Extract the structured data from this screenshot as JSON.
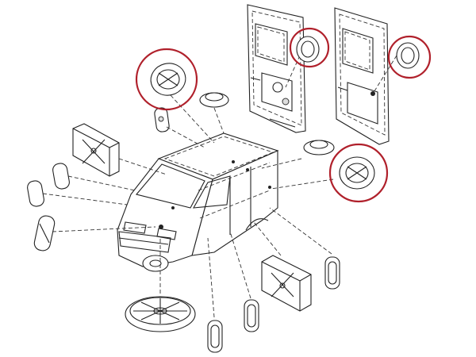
{
  "diagram": {
    "highlight_color": "#b0202b",
    "line_color": "#222222",
    "highlighted_parts": [
      "plug-top-left",
      "plug-rear-door-left",
      "plug-rear-door-right",
      "plug-side-right"
    ],
    "parts": [
      "van-body",
      "rear-door-left",
      "rear-door-right",
      "roof-patch-panel-left",
      "floor-patch-panel-right",
      "round-floor-grate-plug",
      "oval-plugs",
      "round-grommets"
    ]
  }
}
